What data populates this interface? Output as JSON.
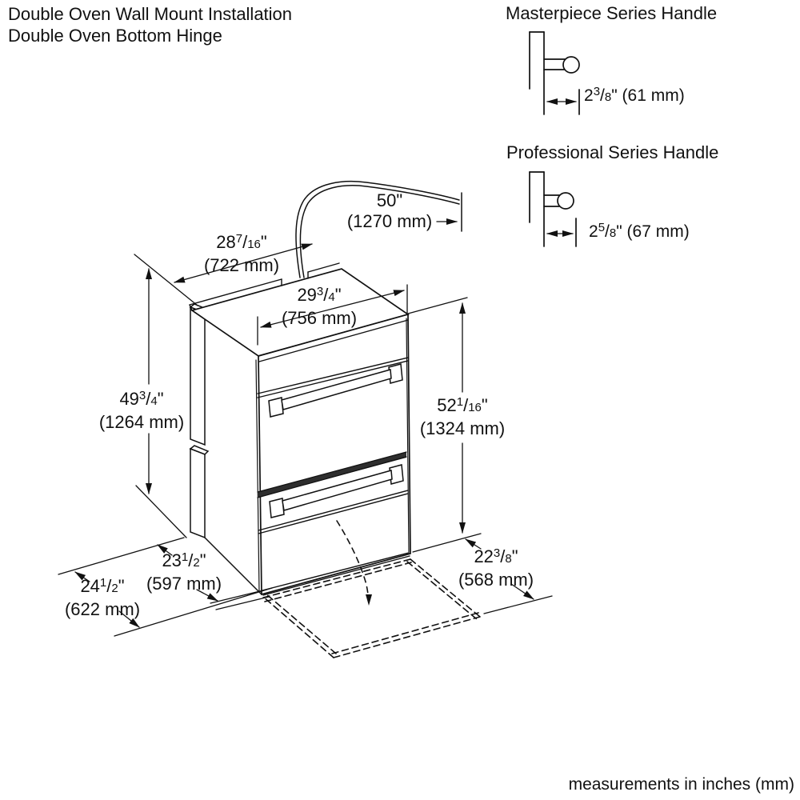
{
  "title": {
    "line1": "Double Oven Wall Mount Installation",
    "line2": "Double Oven Bottom Hinge"
  },
  "footer": "measurements in inches (mm)",
  "handles": {
    "masterpiece": {
      "title": "Masterpiece Series Handle",
      "dim": {
        "whole": "2",
        "num": "3",
        "den": "8",
        "mm": "(61 mm)"
      }
    },
    "professional": {
      "title": "Professional Series Handle",
      "dim": {
        "whole": "2",
        "num": "5",
        "den": "8",
        "mm": "(67 mm)"
      }
    }
  },
  "dimensions": {
    "cord": {
      "label": "50\"",
      "mm": "(1270 mm)"
    },
    "depth_top": {
      "whole": "28",
      "num": "7",
      "den": "16",
      "mm": "(722 mm)"
    },
    "width": {
      "whole": "29",
      "num": "3",
      "den": "4",
      "mm": "(756 mm)"
    },
    "height_left": {
      "whole": "49",
      "num": "3",
      "den": "4",
      "mm": "(1264 mm)"
    },
    "height_right": {
      "whole": "52",
      "num": "1",
      "den": "16",
      "mm": "(1324 mm)"
    },
    "depth_body": {
      "whole": "23",
      "num": "1",
      "den": "2",
      "mm": "(597 mm)"
    },
    "depth_total": {
      "whole": "24",
      "num": "1",
      "den": "2",
      "mm": "(622 mm)"
    },
    "door_open": {
      "whole": "22",
      "num": "3",
      "den": "8",
      "mm": "(568 mm)"
    }
  },
  "colors": {
    "ink": "#111111",
    "paper": "#ffffff"
  }
}
